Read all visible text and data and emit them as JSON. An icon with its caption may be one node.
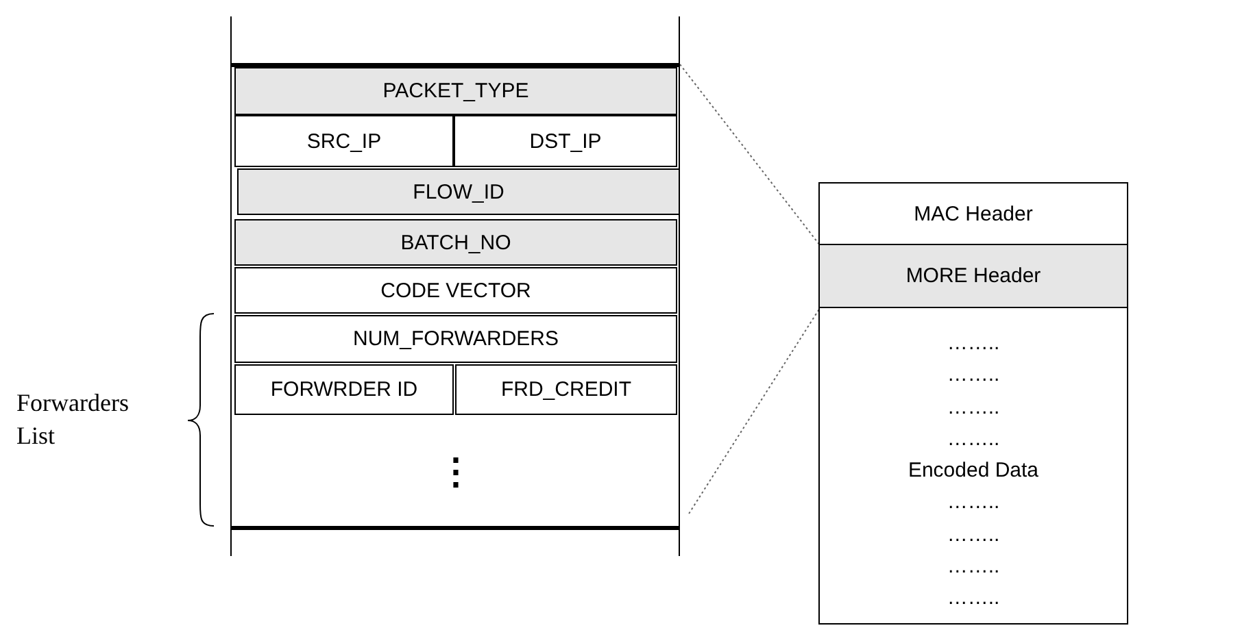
{
  "diagram": {
    "nodes": [
      {
        "text": [],
        "shape": "box"
      },
      {
        "text": [
          "PACKET_TYPE"
        ],
        "in": 0
      },
      {
        "text": [
          "SRC_IP"
        ],
        "in": 0
      },
      {
        "text": [
          "DST_IP"
        ],
        "in": 0
      },
      {
        "text": [
          "FLOW_ID"
        ],
        "in": 0
      },
      {
        "text": [
          "BATCH_NO"
        ],
        "in": 0
      },
      {
        "text": [
          "CODE VECTOR"
        ],
        "in": 0
      },
      {
        "text": [
          "NUM_FORWARDERS"
        ],
        "in": 0
      },
      {
        "text": [
          "FORWRDER ID"
        ],
        "in": 0
      },
      {
        "text": [
          "FRD_CREDIT"
        ],
        "in": 0
      },
      {
        "text": [
          "⋮"
        ],
        "in": 0
      },
      {
        "text": [],
        "shape": "box"
      },
      {
        "text": [
          "MAC Header"
        ],
        "in": 11
      },
      {
        "text": [
          "MORE Header"
        ],
        "in": 11
      },
      {
        "text": [
          "……..",
          "……..",
          "……..",
          "……..",
          "Encoded Data",
          "……..",
          "……..",
          "……..",
          "…….."
        ],
        "in": 11
      }
    ],
    "edges": [
      {
        "from": 0,
        "to": 13,
        "arrow": "none",
        "style": "dashed"
      },
      {
        "from": 0,
        "to": 13,
        "arrow": "none",
        "style": "dashed"
      }
    ],
    "labels": [
      "Forwarders List"
    ]
  }
}
